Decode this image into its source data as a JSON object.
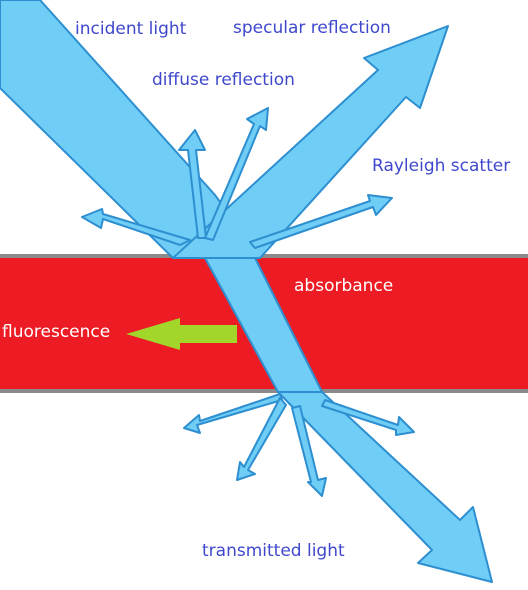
{
  "labels": {
    "incident": "incident light",
    "specular": "specular reflection",
    "diffuse": "diffuse reflection",
    "rayleigh": "Rayleigh scatter",
    "absorbance": "absorbance",
    "fluorescence": "fluorescence",
    "transmitted": "transmitted light"
  },
  "colors": {
    "beam": "#6fcdf6",
    "beam_outline": "#2d8fd0",
    "layer": "#ed1c24",
    "boundary": "#8a8a8a",
    "arrow_green": "#a2d62a",
    "label_blue": "#3f48cc",
    "label_white": "#ffffff"
  }
}
